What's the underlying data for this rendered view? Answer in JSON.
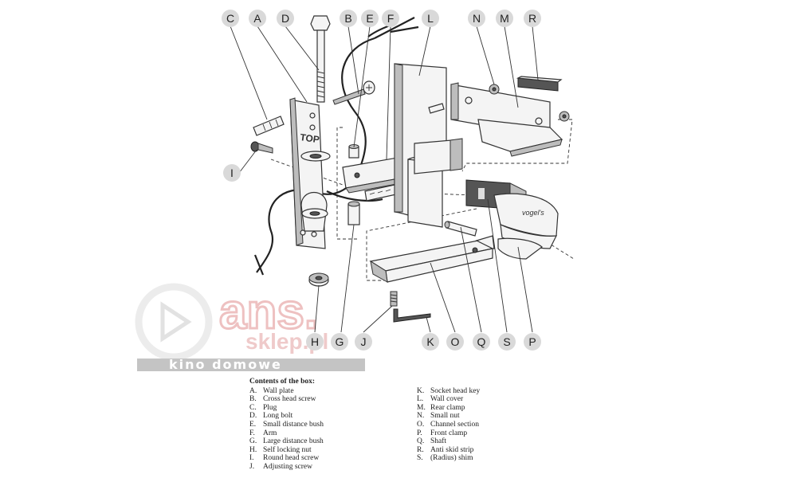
{
  "callouts": {
    "C": "C",
    "A": "A",
    "D": "D",
    "B": "B",
    "E": "E",
    "F": "F",
    "L": "L",
    "N": "N",
    "M": "M",
    "R": "R",
    "I": "I",
    "H": "H",
    "G": "G",
    "J": "J",
    "K": "K",
    "O": "O",
    "Q": "Q",
    "S": "S",
    "P": "P"
  },
  "plate_text": "TOP",
  "clamp_brand": "vogel's",
  "watermark": {
    "brand": "ans.",
    "domain": "sklep.pl",
    "tagline": "kino domowe"
  },
  "legend": {
    "title": "Contents of the box:",
    "left": [
      {
        "key": "A.",
        "label": "Wall plate"
      },
      {
        "key": "B.",
        "label": "Cross head screw"
      },
      {
        "key": "C.",
        "label": "Plug"
      },
      {
        "key": "D.",
        "label": "Long bolt"
      },
      {
        "key": "E.",
        "label": "Small distance bush"
      },
      {
        "key": "F.",
        "label": "Arm"
      },
      {
        "key": "G.",
        "label": "Large distance bush"
      },
      {
        "key": "H.",
        "label": "Self locking nut"
      },
      {
        "key": "I.",
        "label": "Round head screw"
      },
      {
        "key": "J.",
        "label": "Adjusting screw"
      }
    ],
    "right": [
      {
        "key": "K.",
        "label": "Socket head key"
      },
      {
        "key": "L.",
        "label": "Wall cover"
      },
      {
        "key": "M.",
        "label": "Rear clamp"
      },
      {
        "key": "N.",
        "label": "Small nut"
      },
      {
        "key": "O.",
        "label": "Channel section"
      },
      {
        "key": "P.",
        "label": "Front clamp"
      },
      {
        "key": "Q.",
        "label": "Shaft"
      },
      {
        "key": "R.",
        "label": "Anti skid strip"
      },
      {
        "key": "S.",
        "label": "(Radius) shim"
      }
    ]
  }
}
